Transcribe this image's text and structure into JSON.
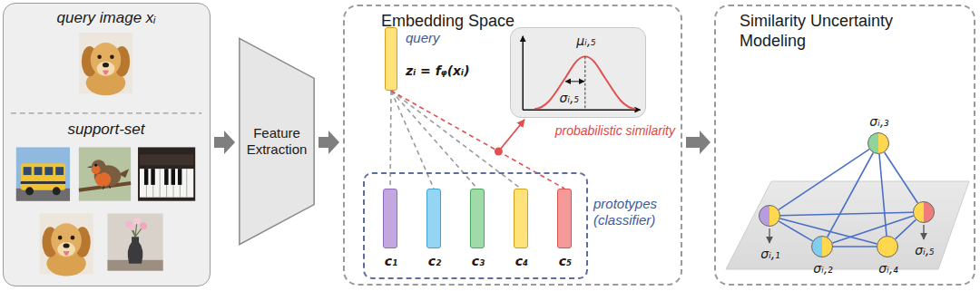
{
  "diagram": {
    "nodes": [
      {
        "text": [
          "query image xᵢ",
          "support-set"
        ]
      },
      {
        "text": [
          "Feature Extraction"
        ]
      },
      {
        "text": [
          "Embedding Space"
        ]
      },
      {
        "text": [
          "query",
          "zᵢ = fᵩ(xᵢ)"
        ],
        "in": 2
      },
      {
        "text": [
          "μᵢ,₅",
          "σᵢ,₅",
          "probabilistic similarity"
        ],
        "in": 2
      },
      {
        "text": [
          "prototypes (classifier)"
        ],
        "in": 2
      },
      {
        "text": [
          "c₁"
        ],
        "in": 5
      },
      {
        "text": [
          "c₂"
        ],
        "in": 5
      },
      {
        "text": [
          "c₃"
        ],
        "in": 5
      },
      {
        "text": [
          "c₄"
        ],
        "in": 5
      },
      {
        "text": [
          "c₅"
        ],
        "in": 5
      },
      {
        "text": [
          "Similarity Uncertainty Modeling"
        ]
      },
      {
        "text": [
          "σᵢ,₁"
        ],
        "in": 11
      },
      {
        "text": [
          "σᵢ,₂"
        ],
        "in": 11
      },
      {
        "text": [
          "σᵢ,₃"
        ],
        "in": 11
      },
      {
        "text": [
          "σᵢ,₄"
        ],
        "in": 11
      },
      {
        "text": [
          "σᵢ,₅"
        ],
        "in": 11
      }
    ],
    "edges": [
      {
        "from": 0,
        "to": 1,
        "arrow": "to"
      },
      {
        "from": 1,
        "to": 2,
        "arrow": "to"
      },
      {
        "from": 2,
        "to": 11,
        "arrow": "to"
      },
      {
        "from": 3,
        "to": 6,
        "arrow": "none"
      },
      {
        "from": 3,
        "to": 7,
        "arrow": "none"
      },
      {
        "from": 3,
        "to": 8,
        "arrow": "none"
      },
      {
        "from": 3,
        "to": 9,
        "arrow": "none"
      },
      {
        "from": 3,
        "to": 10,
        "arrow": "none"
      },
      {
        "from": 12,
        "to": 13,
        "arrow": "none"
      },
      {
        "from": 12,
        "to": 14,
        "arrow": "none"
      },
      {
        "from": 12,
        "to": 15,
        "arrow": "none"
      },
      {
        "from": 12,
        "to": 16,
        "arrow": "none"
      },
      {
        "from": 13,
        "to": 14,
        "arrow": "none"
      },
      {
        "from": 13,
        "to": 15,
        "arrow": "none"
      },
      {
        "from": 13,
        "to": 16,
        "arrow": "none"
      },
      {
        "from": 14,
        "to": 15,
        "arrow": "none"
      },
      {
        "from": 14,
        "to": 16,
        "arrow": "none"
      },
      {
        "from": 15,
        "to": 16,
        "arrow": "none"
      }
    ]
  }
}
